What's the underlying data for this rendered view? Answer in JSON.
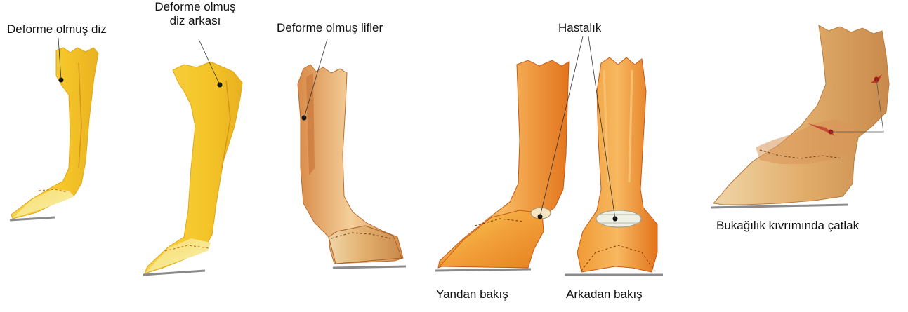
{
  "labels": {
    "deformed_knee": "Deforme olmuş diz",
    "deformed_back_knee_line1": "Deforme olmuş",
    "deformed_back_knee_line2": "diz arkası",
    "deformed_fibers": "Deforme olmuş lifler",
    "disease": "Hastalık",
    "side_view": "Yandan bakış",
    "back_view": "Arkadan bakış",
    "pastern_fold_crack": "Bukağılık kıvrımında çatlak"
  },
  "colors": {
    "leg_yellow": "#f5c92e",
    "leg_yellow_light": "#fae27a",
    "leg_tan": "#e0a566",
    "leg_tan_dark": "#b8703a",
    "leg_orange": "#ee8a2a",
    "leg_orange_dark": "#c85a18",
    "hoof_light": "#f2e6a8",
    "lesion_red": "#c0392b"
  }
}
